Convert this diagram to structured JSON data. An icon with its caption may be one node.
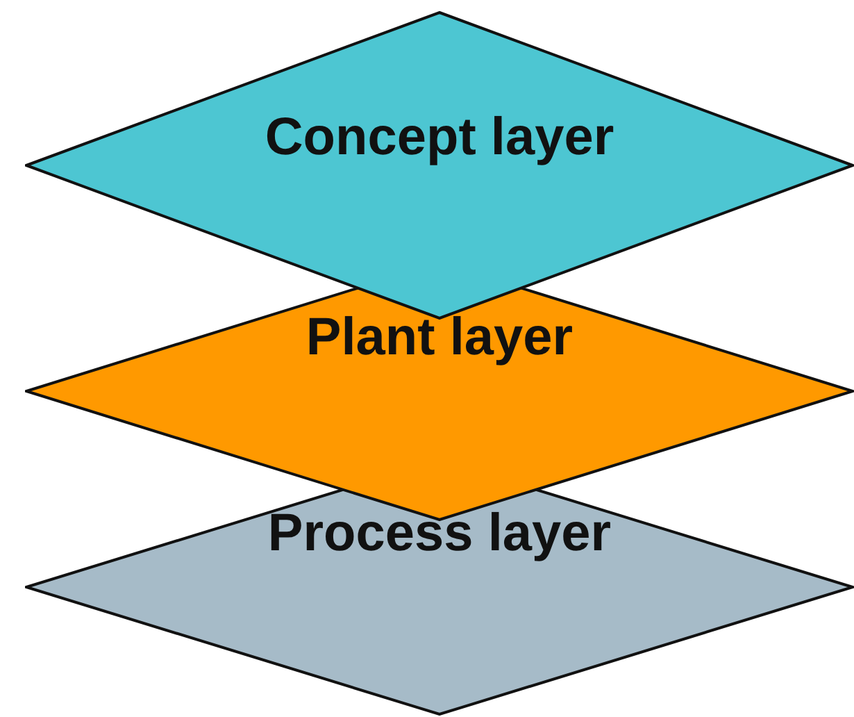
{
  "diagram": {
    "nodes": [
      {
        "text": [
          "Concept layer"
        ]
      },
      {
        "text": [
          "Plant layer"
        ]
      },
      {
        "text": [
          "Process layer"
        ]
      }
    ]
  }
}
